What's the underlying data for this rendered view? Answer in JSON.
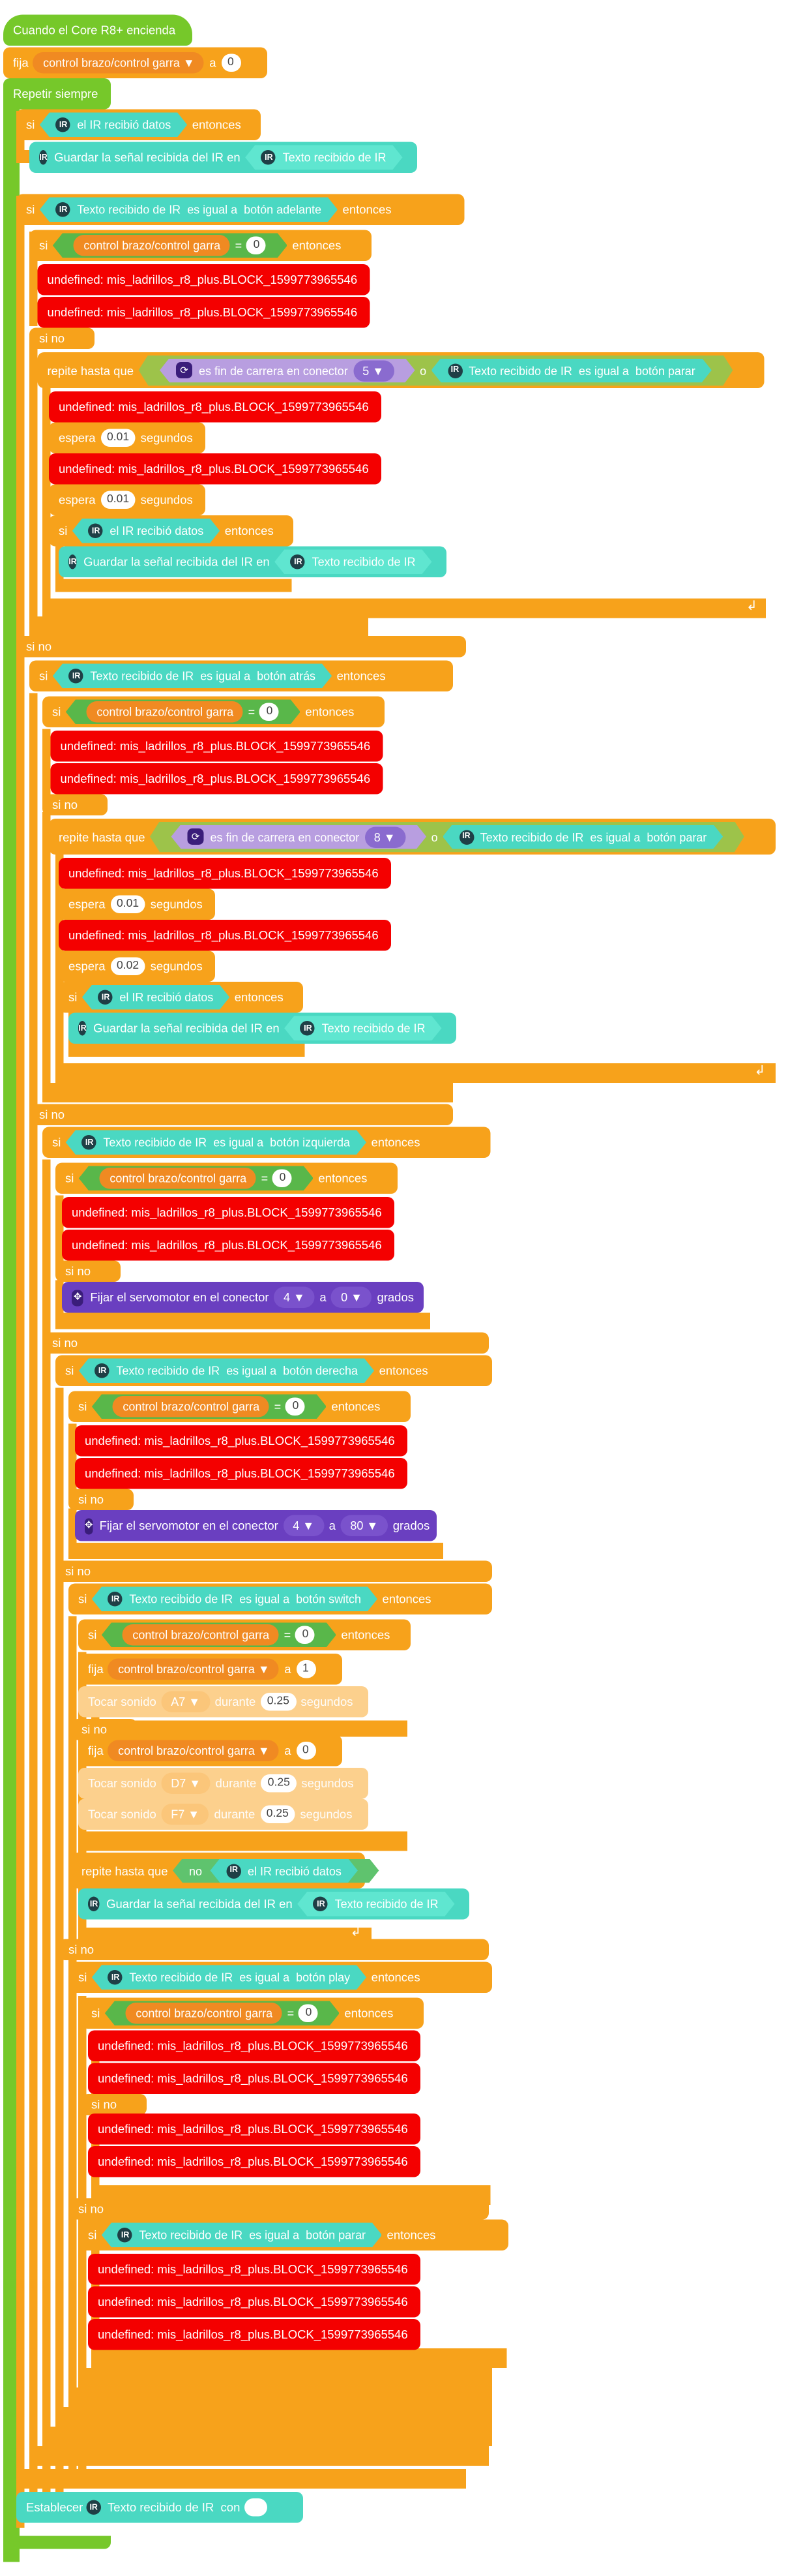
{
  "colors": {
    "event": "#76c82a",
    "control": "#f7a21b",
    "undefined": "#f40000",
    "ir": "#4ad8c2",
    "servo": "#6a3fc0"
  },
  "icons": {
    "ir": "ir-icon",
    "servo": "servo-icon",
    "limit_switch": "limit-switch-icon",
    "loop_arrow": "loop-arrow-icon"
  },
  "program": {
    "hat": "Cuando el Core R8+ encienda",
    "set": "fija",
    "var": "control brazo/control garra",
    "dropdown_arrow": "▼",
    "to": "a",
    "zero": "0",
    "one": "1",
    "forever": "Repetir siempre",
    "if": "si",
    "then": "entonces",
    "else": "si no",
    "or": "o",
    "not": "no",
    "ir_received": "el IR recibió datos",
    "save_ir": "Guardar la señal recibida del IR en",
    "ir_text": "Texto recibido de IR",
    "equals": "es igual a",
    "btn_forward": "botón adelante",
    "btn_back": "botón atrás",
    "btn_left": "botón izquierda",
    "btn_right": "botón derecha",
    "btn_switch": "botón switch",
    "btn_play": "botón play",
    "btn_stop": "botón parar",
    "undefined_block": "undefined: mis_ladrillos_r8_plus.BLOCK_1599773965546",
    "repeat_until": "repite hasta que",
    "limit_switch": "es fin de carrera en conector",
    "port5": "5",
    "port8": "8",
    "wait": "espera",
    "seconds": "segundos",
    "wait_001": "0.01",
    "wait_002": "0.02",
    "servo_set": "Fijar el servomotor en el conector",
    "servo_port": "4",
    "servo_to": "a",
    "servo_0": "0",
    "servo_80": "80",
    "degrees": "grados",
    "play_sound": "Tocar sonido",
    "during": "durante",
    "note_a7": "A7",
    "note_d7": "D7",
    "note_f7": "F7",
    "dur": "0.25",
    "establish": "Establecer",
    "with": "con",
    "empty_value": ""
  }
}
